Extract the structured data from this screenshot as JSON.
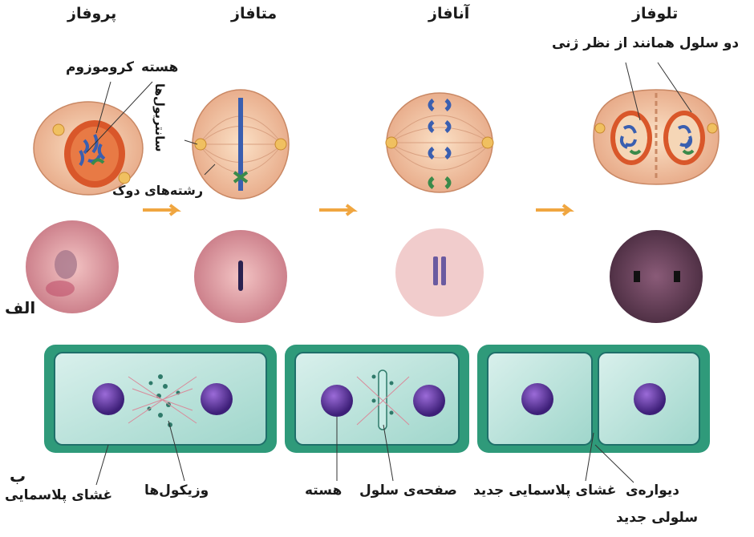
{
  "stages": {
    "prophase": "پروفاز",
    "metaphase": "متافاز",
    "anaphase": "آنافاز",
    "telophase": "تلوفاز"
  },
  "labels": {
    "two_cells": "دو سلول همانند از نظر ژنی",
    "chromosome": "کروموزوم",
    "nucleus_top": "هسته",
    "centrioles": "سانتریول‌ها",
    "spindle_fibers": "رشته‌های دوک",
    "part_a": "الف",
    "part_b": "ب",
    "plasma_membrane": "غشای پلاسمایی",
    "vesicles": "وزیکول‌ها",
    "cell_plate": "صفحه‌ی سلول",
    "nucleus_bottom": "هسته",
    "new_plasma_membrane": "غشای پلاسمایی جدید",
    "new_wall_line1": "دیواره‌ی",
    "new_wall_line2": "سلولی جدید"
  },
  "colors": {
    "cell_fill": "#f3c9a3",
    "nucleus": "#d9572a",
    "chromosome": "#3a5fb0",
    "plant_wall": "#2f9a7a",
    "plant_nucleus": "#5a2f9a",
    "arrow": "#f0a640"
  }
}
